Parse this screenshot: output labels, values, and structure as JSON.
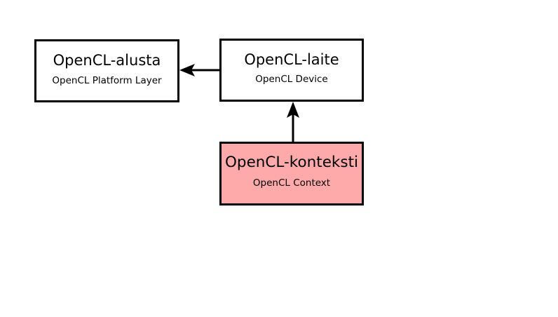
{
  "nodes": {
    "platform": {
      "title": "OpenCL-alusta",
      "subtitle": "OpenCL Platform Layer",
      "fill": "#ffffff"
    },
    "device": {
      "title": "OpenCL-laite",
      "subtitle": "OpenCL Device",
      "fill": "#ffffff"
    },
    "context": {
      "title": "OpenCL-konteksti",
      "subtitle": "OpenCL Context",
      "fill": "#ffaaaa"
    }
  },
  "edges": [
    {
      "from": "device",
      "to": "platform"
    },
    {
      "from": "context",
      "to": "device"
    }
  ],
  "colors": {
    "border": "#000000",
    "arrow": "#000000"
  }
}
